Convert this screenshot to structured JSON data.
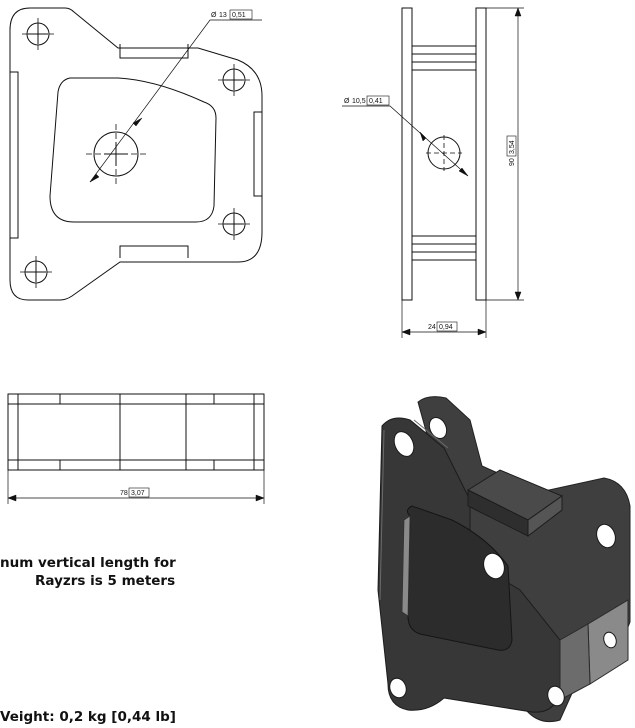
{
  "front_view": {
    "dim_hole_main": "13",
    "dim_hole_main_inch": "0,51"
  },
  "side_view": {
    "dim_hole": "10,5",
    "dim_hole_inch": "0,41",
    "dim_height": "90",
    "dim_height_inch": "3,54",
    "dim_width": "24",
    "dim_width_inch": "0,94"
  },
  "bottom_view": {
    "dim_length": "78",
    "dim_length_inch": "3,07"
  },
  "notes": {
    "line1": "num vertical length for",
    "line2": "Rayzrs is 5 meters",
    "weight": "Veight: 0,2 kg [0,44 lb]"
  },
  "colors": {
    "line": "#111111",
    "render_dark": "#3a3a3a",
    "render_light": "#8a8a8a"
  }
}
